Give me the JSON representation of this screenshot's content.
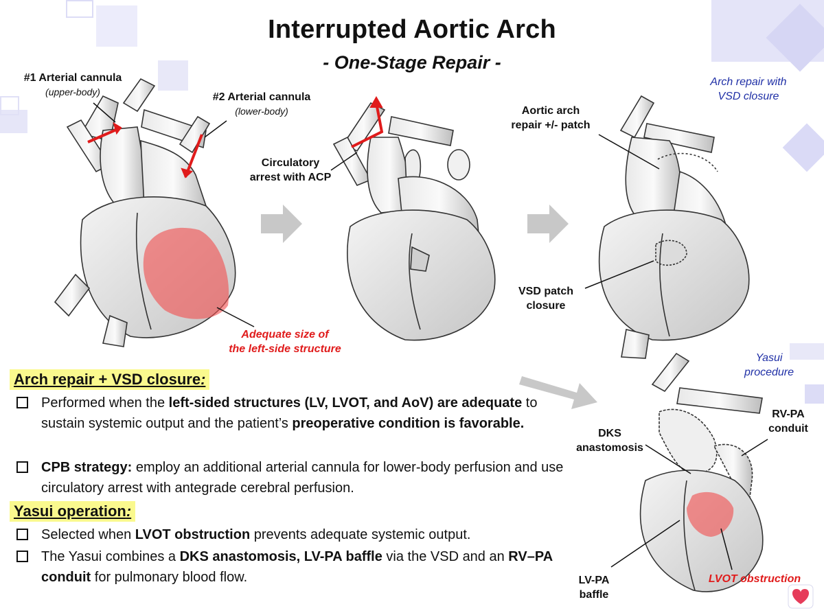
{
  "title": "Interrupted Aortic Arch",
  "subtitle": "- One-Stage Repair -",
  "panel1": {
    "cannula1_title": "#1 Arterial cannula",
    "cannula1_sub": "(upper-body)",
    "cannula2_title": "#2 Arterial cannula",
    "cannula2_sub": "(lower-body)",
    "lv_note_line1": "Adequate size of",
    "lv_note_line2": "the left-side structure"
  },
  "panel2": {
    "arrest_line1": "Circulatory",
    "arrest_line2": "arrest with ACP"
  },
  "panel3": {
    "caption_line1": "Arch repair with",
    "caption_line2": "VSD closure",
    "arch_line1": "Aortic arch",
    "arch_line2": "repair +/- patch",
    "vsd_line1": "VSD patch",
    "vsd_line2": "closure"
  },
  "panel4": {
    "caption_line1": "Yasui",
    "caption_line2": "procedure",
    "dks_line1": "DKS",
    "dks_line2": "anastomosis",
    "rvpa_line1": "RV-PA",
    "rvpa_line2": "conduit",
    "lvpa_line1": "LV-PA",
    "lvpa_line2": "baffle",
    "lvot": "LVOT obstruction"
  },
  "section1": {
    "heading": "Arch repair + VSD closure",
    "colon": ":",
    "b1": {
      "t1": "Performed when the ",
      "s1": "left-sided structures (LV, LVOT, and AoV) are adequate",
      "t2": " to sustain systemic output and the patient’s ",
      "s2": "preoperative condition is favorable."
    },
    "b2": {
      "s1": "CPB strategy:",
      "t1": " employ an additional arterial cannula for lower-body perfusion and use circulatory arrest with antegrade cerebral perfusion."
    }
  },
  "section2": {
    "heading": "Yasui operation",
    "colon": ":",
    "b1": {
      "t1": "Selected when ",
      "s1": "LVOT obstruction",
      "t2": " prevents adequate systemic output."
    },
    "b2": {
      "t1": "The Yasui combines a ",
      "s1": "DKS anastomosis, LV-PA baffle",
      "t2": " via the VSD and an ",
      "s2": "RV–PA conduit",
      "t3": " for pulmonary blood flow."
    }
  },
  "colors": {
    "accent_red": "#e01b1b",
    "caption_blue": "#1f2fa6",
    "highlight_yellow": "#faf98e",
    "deco_lavender": "#dcdcf6",
    "arrow_gray": "#c8c8c8"
  }
}
